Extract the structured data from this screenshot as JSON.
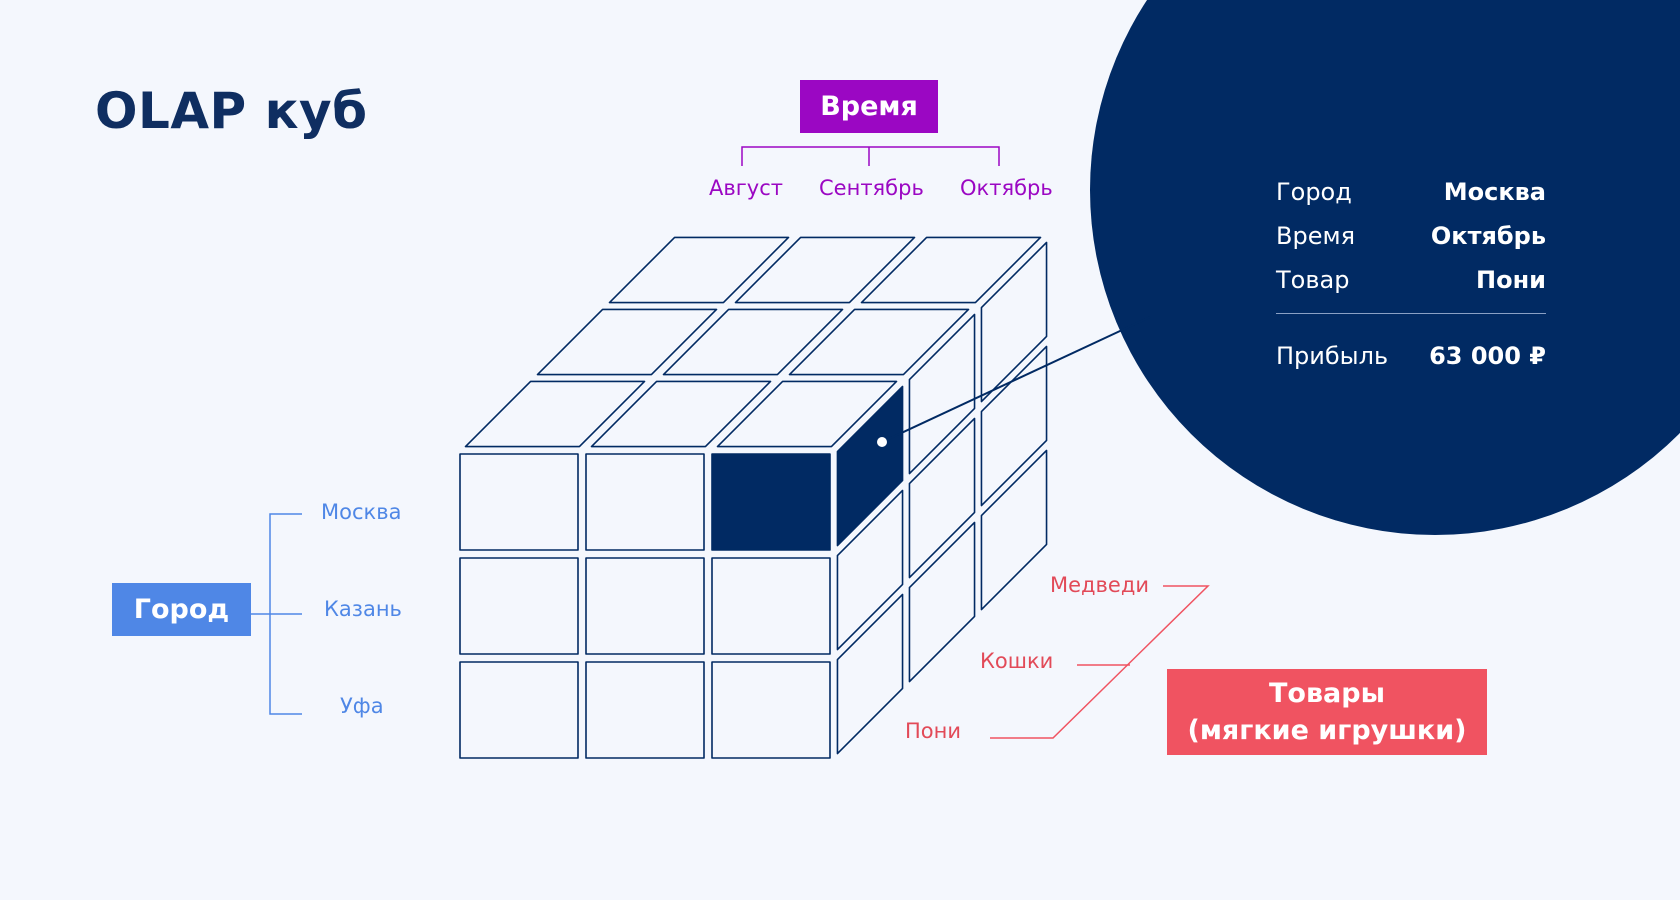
{
  "title": "OLAP куб",
  "dimensions": {
    "time": {
      "label": "Время",
      "members": [
        "Август",
        "Сентябрь",
        "Октябрь"
      ]
    },
    "city": {
      "label": "Город",
      "members": [
        "Москва",
        "Казань",
        "Уфа"
      ]
    },
    "goods": {
      "label_line1": "Товары",
      "label_line2": "(мягкие игрушки)",
      "members": [
        "Медведи",
        "Кошки",
        "Пони"
      ]
    }
  },
  "selected_cell": {
    "rows": [
      {
        "key": "Город",
        "value": "Москва"
      },
      {
        "key": "Время",
        "value": "Октябрь"
      },
      {
        "key": "Товар",
        "value": "Пони"
      }
    ],
    "result": {
      "key": "Прибыль",
      "value": "63 000 ₽"
    }
  },
  "colors": {
    "navy": "#012a63",
    "time": "#9b07c3",
    "city": "#4f87e6",
    "goods": "#f05361",
    "background": "#f4f7fd"
  }
}
